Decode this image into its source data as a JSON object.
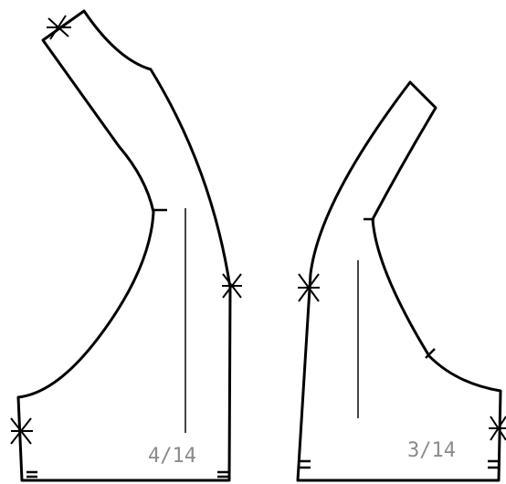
{
  "pieces": [
    {
      "id": "left",
      "label": "4/14"
    },
    {
      "id": "right",
      "label": "3/14"
    }
  ],
  "colors": {
    "background": "#ffffff",
    "outline": "#000000",
    "grainline": "#444444",
    "label": "#8a8a8a"
  }
}
